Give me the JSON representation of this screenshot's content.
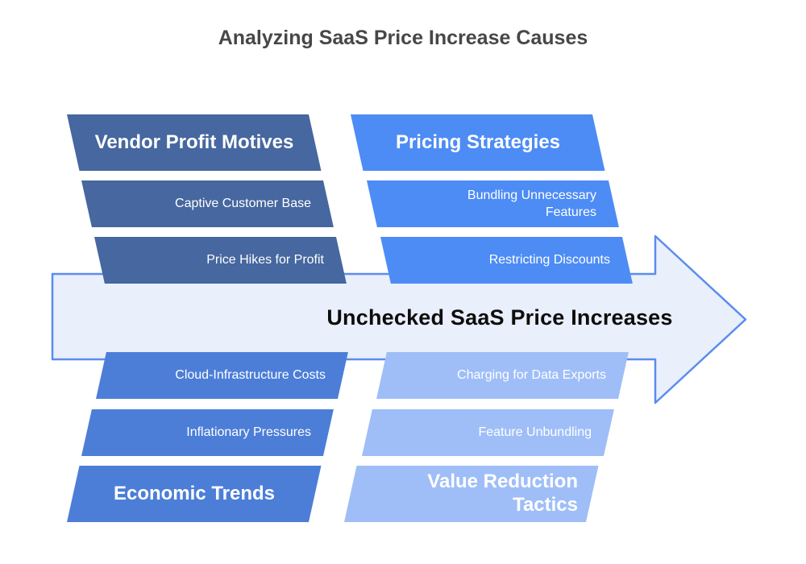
{
  "title": "Analyzing SaaS Price Increase Causes",
  "title_color": "#474747",
  "center_arrow": {
    "label": "Unchecked SaaS Price Increases",
    "fill": "#E9EFFB",
    "border": "#5B8CEE",
    "label_color": "#0D0D0D"
  },
  "groups": [
    {
      "name": "Vendor Profit Motives",
      "position": "top-left",
      "color": "#46679F",
      "items": [
        "Captive Customer Base",
        "Price Hikes for Profit"
      ]
    },
    {
      "name": "Pricing Strategies",
      "position": "top-right",
      "color": "#4D8CF5",
      "items": [
        "Bundling Unnecessary Features",
        "Restricting Discounts"
      ]
    },
    {
      "name": "Economic Trends",
      "position": "bottom-left",
      "color": "#4C7ED8",
      "items": [
        "Cloud-Infrastructure Costs",
        "Inflationary Pressures"
      ]
    },
    {
      "name": "Value Reduction Tactics",
      "position": "bottom-right",
      "color": "#9FBEF8",
      "items": [
        "Charging for Data Exports",
        "Feature Unbundling"
      ]
    }
  ],
  "bar_text_color": "#FFFFFF"
}
